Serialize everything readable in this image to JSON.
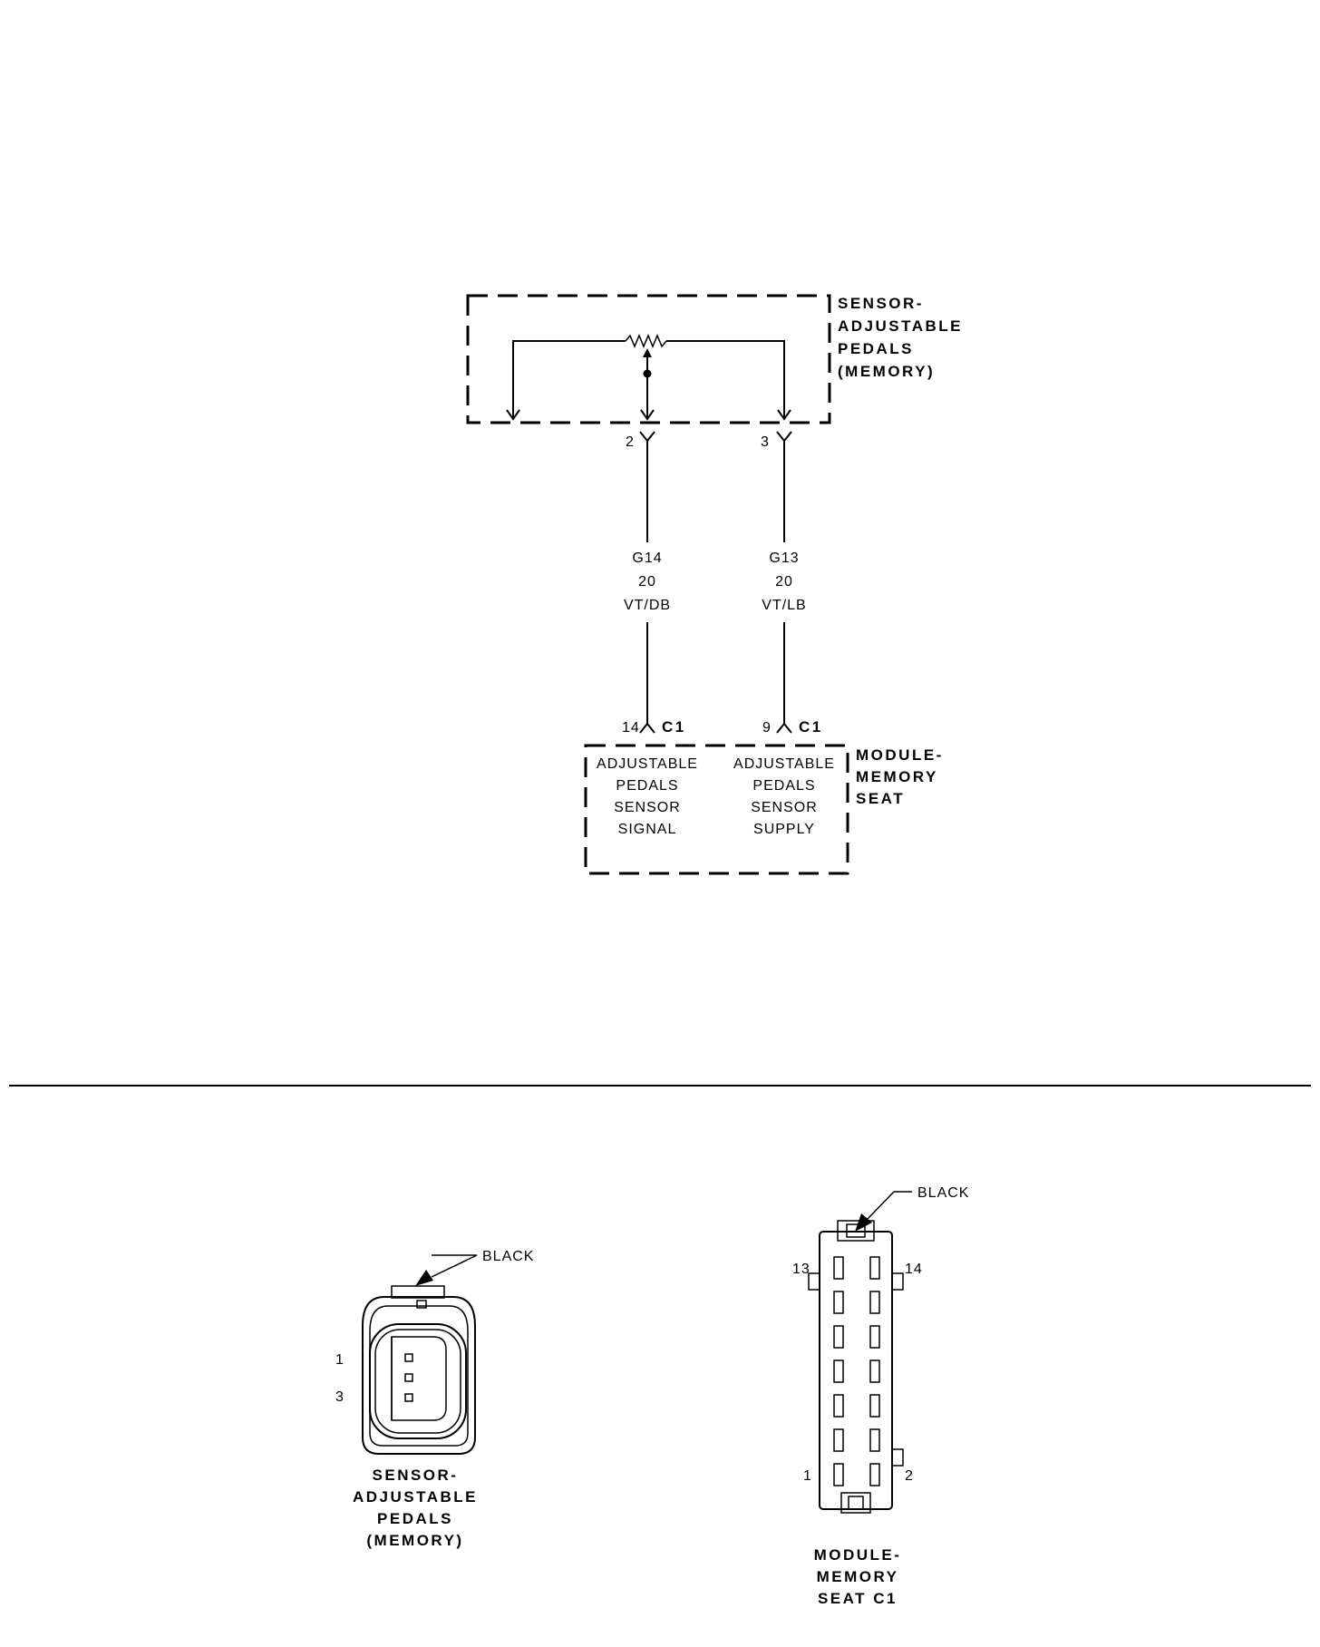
{
  "sensor": {
    "name_lines": [
      "SENSOR-",
      "ADJUSTABLE",
      "PEDALS",
      "(MEMORY)"
    ],
    "pins": [
      "2",
      "3"
    ]
  },
  "wires": [
    {
      "circuit": "G14",
      "gauge": "20",
      "color": "VT/DB"
    },
    {
      "circuit": "G13",
      "gauge": "20",
      "color": "VT/LB"
    }
  ],
  "module": {
    "name_lines": [
      "MODULE-",
      "MEMORY",
      "SEAT"
    ],
    "pins": [
      {
        "number": "14",
        "connector": "C1",
        "function_lines": [
          "ADJUSTABLE",
          "PEDALS",
          "SENSOR",
          "SIGNAL"
        ]
      },
      {
        "number": "9",
        "connector": "C1",
        "function_lines": [
          "ADJUSTABLE",
          "PEDALS",
          "SENSOR",
          "SUPPLY"
        ]
      }
    ]
  },
  "connector_views": {
    "sensor": {
      "color": "BLACK",
      "pin_labels": [
        "1",
        "3"
      ],
      "title_lines": [
        "SENSOR-",
        "ADJUSTABLE",
        "PEDALS",
        "(MEMORY)"
      ]
    },
    "module": {
      "color": "BLACK",
      "pin_labels": {
        "top_left": "13",
        "top_right": "14",
        "bottom_left": "1",
        "bottom_right": "2"
      },
      "title_lines": [
        "MODULE-",
        "MEMORY",
        "SEAT C1"
      ]
    }
  }
}
